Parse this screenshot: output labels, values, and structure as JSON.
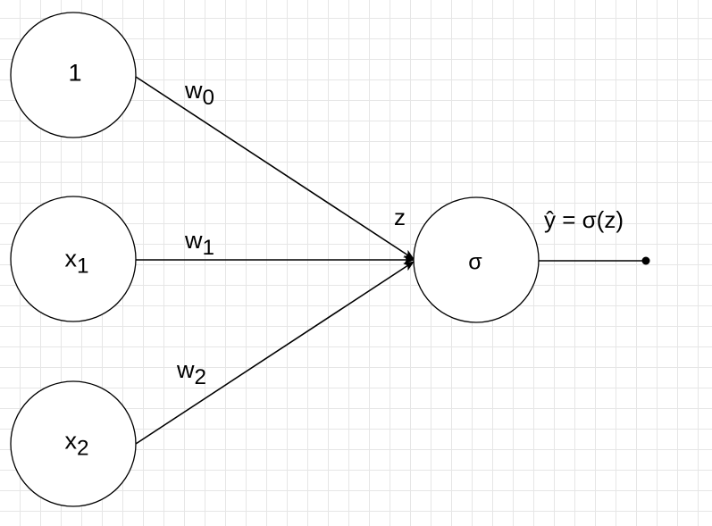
{
  "diagram": {
    "inputs": [
      {
        "base": "1",
        "sub": ""
      },
      {
        "base": "x",
        "sub": "1"
      },
      {
        "base": "x",
        "sub": "2"
      }
    ],
    "weights": [
      {
        "base": "w",
        "sub": "0"
      },
      {
        "base": "w",
        "sub": "1"
      },
      {
        "base": "w",
        "sub": "2"
      }
    ],
    "sum_label": "z",
    "activation_label": "σ",
    "output_label": "ŷ = σ(z)"
  }
}
